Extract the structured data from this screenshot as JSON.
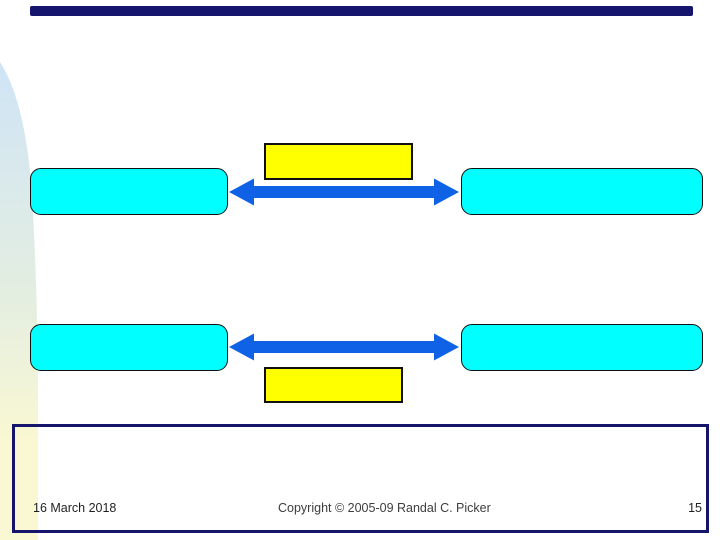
{
  "slide": {
    "type": "presentation-slide",
    "footer": {
      "date": "16 March 2018",
      "copyright": "Copyright © 2005-09 Randal C. Picker",
      "page_number": "15"
    },
    "diagram": {
      "rows": [
        {
          "left_box_label": "",
          "right_box_label": "",
          "connector": "double-headed-arrow",
          "annotation_box_label": "",
          "annotation_position": "above-arrow"
        },
        {
          "left_box_label": "",
          "right_box_label": "",
          "connector": "double-headed-arrow",
          "annotation_box_label": "",
          "annotation_position": "below-arrow"
        }
      ]
    }
  },
  "colors": {
    "box-cyan": "#00ffff",
    "label-yellow": "#ffff00",
    "arrow-blue": "#0f62e6",
    "frame-navy": "#15156e",
    "swoosh-top": "#cfe4f6",
    "swoosh-mid": "#e4eee0",
    "swoosh-bottom": "#faf8d2"
  }
}
